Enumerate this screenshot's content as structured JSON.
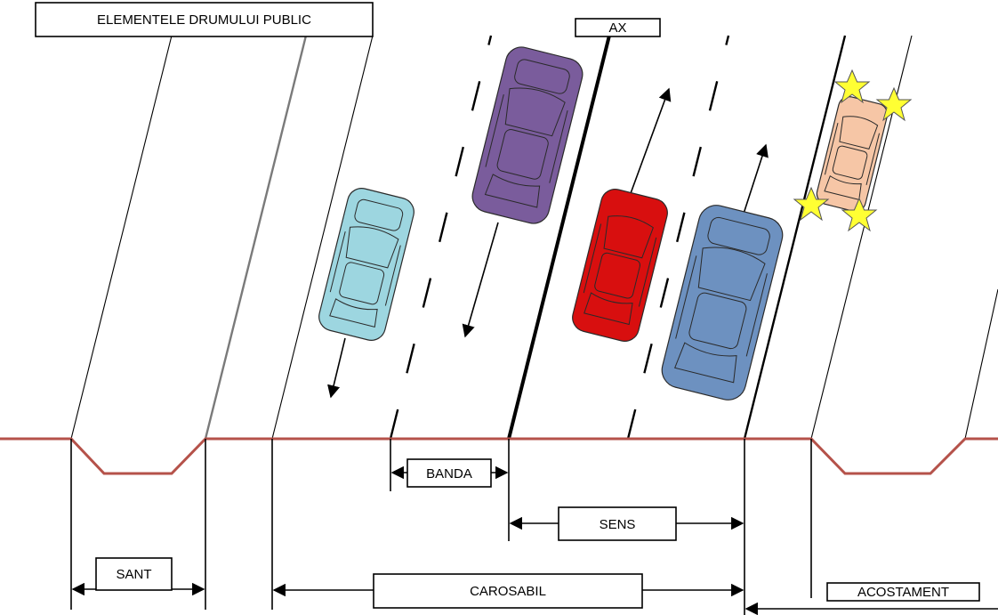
{
  "labels": {
    "title": "ELEMENTELE DRUMULUI PUBLIC",
    "ax": "AX",
    "banda": "BANDA",
    "sens": "SENS",
    "sant": "SANT",
    "carosabil": "CAROSABIL",
    "acostament": "ACOSTAMENT"
  },
  "colors": {
    "ground_profile": "#b5524a",
    "car_light_blue": "#9dd6e0",
    "car_purple": "#7a5c9c",
    "car_red": "#d80f0f",
    "car_steel_blue": "#6d91c0",
    "car_peach": "#f6c6a6",
    "star": "#ffff33"
  }
}
